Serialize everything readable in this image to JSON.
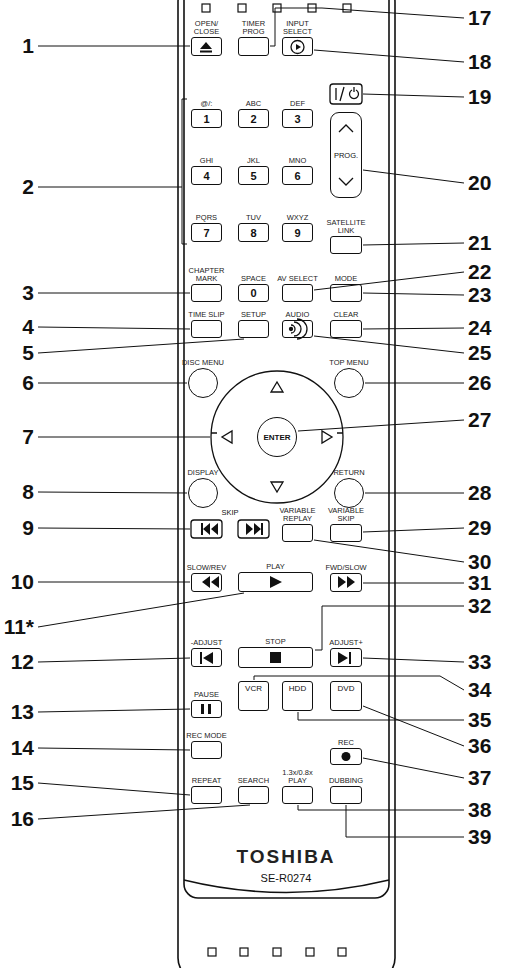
{
  "diagram": {
    "nodes": [
      {
        "text": [
          "OPEN/ CLOSE"
        ]
      },
      {
        "text": [
          "TIMER PROG"
        ]
      },
      {
        "text": [
          "INPUT SELECT"
        ]
      },
      {
        "text": [
          "@/:",
          "1"
        ]
      },
      {
        "text": [
          "ABC",
          "2"
        ]
      },
      {
        "text": [
          "DEF",
          "3"
        ]
      },
      {
        "text": [
          "PROG."
        ]
      },
      {
        "text": [
          "GHI",
          "4"
        ]
      },
      {
        "text": [
          "JKL",
          "5"
        ]
      },
      {
        "text": [
          "MNO",
          "6"
        ]
      },
      {
        "text": [
          "PQRS",
          "7"
        ]
      },
      {
        "text": [
          "TUV",
          "8"
        ]
      },
      {
        "text": [
          "WXYZ",
          "9"
        ]
      },
      {
        "text": [
          "SATELLITE LINK"
        ]
      },
      {
        "text": [
          "CHAPTER MARK"
        ]
      },
      {
        "text": [
          "SPACE",
          "0"
        ]
      },
      {
        "text": [
          "AV SELECT"
        ]
      },
      {
        "text": [
          "MODE"
        ]
      },
      {
        "text": [
          "TIME SLIP"
        ]
      },
      {
        "text": [
          "SETUP"
        ]
      },
      {
        "text": [
          "AUDIO"
        ]
      },
      {
        "text": [
          "CLEAR"
        ]
      },
      {
        "text": [
          "DISC MENU"
        ]
      },
      {
        "text": [
          "TOP MENU"
        ]
      },
      {
        "text": [
          "ENTER"
        ]
      },
      {
        "text": [
          "DISPLAY"
        ]
      },
      {
        "text": [
          "RETURN"
        ]
      },
      {
        "text": [
          "VARIABLE REPLAY"
        ]
      },
      {
        "text": [
          "VARIABLE SKIP"
        ]
      },
      {
        "text": [
          "SLOW/REV"
        ]
      },
      {
        "text": [
          "PLAY"
        ]
      },
      {
        "text": [
          "FWD/SLOW"
        ]
      },
      {
        "text": [
          "-ADJUST"
        ]
      },
      {
        "text": [
          "STOP"
        ]
      },
      {
        "text": [
          "ADJUST+"
        ]
      },
      {
        "text": [
          "PAUSE"
        ]
      },
      {
        "text": [
          "VCR"
        ]
      },
      {
        "text": [
          "HDD"
        ]
      },
      {
        "text": [
          "DVD"
        ]
      },
      {
        "text": [
          "REC MODE"
        ]
      },
      {
        "text": [
          "REC"
        ]
      },
      {
        "text": [
          "REPEAT"
        ]
      },
      {
        "text": [
          "SEARCH"
        ]
      },
      {
        "text": [
          "1.3x/0.8x PLAY"
        ]
      },
      {
        "text": [
          "DUBBING"
        ]
      }
    ],
    "labels": [
      "1",
      "2",
      "3",
      "4",
      "5",
      "6",
      "7",
      "8",
      "9",
      "10",
      "11*",
      "12",
      "13",
      "14",
      "15",
      "16",
      "17",
      "18",
      "19",
      "20",
      "21",
      "22",
      "23",
      "24",
      "25",
      "26",
      "27",
      "28",
      "29",
      "30",
      "31",
      "32",
      "33",
      "34",
      "35",
      "36",
      "37",
      "38",
      "39",
      "SKIP",
      "TOSHIBA",
      "SE-R0274"
    ]
  }
}
